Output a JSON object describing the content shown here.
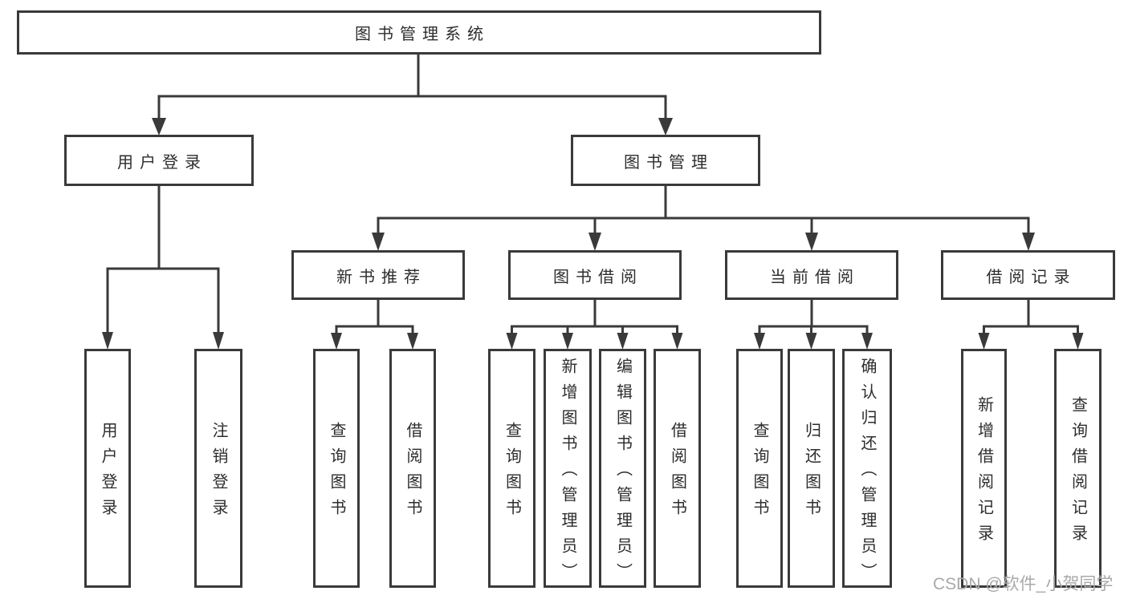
{
  "tree": {
    "label": "图书管理系统",
    "children": [
      {
        "label": "用户登录",
        "children": [
          {
            "label": "用户登录"
          },
          {
            "label": "注销登录"
          }
        ]
      },
      {
        "label": "图书管理",
        "children": [
          {
            "label": "新书推荐",
            "children": [
              {
                "label": "查询图书"
              },
              {
                "label": "借阅图书"
              }
            ]
          },
          {
            "label": "图书借阅",
            "children": [
              {
                "label": "查询图书"
              },
              {
                "label": "新增图书（管理员）"
              },
              {
                "label": "编辑图书（管理员）"
              },
              {
                "label": "借阅图书"
              }
            ]
          },
          {
            "label": "当前借阅",
            "children": [
              {
                "label": "查询图书"
              },
              {
                "label": "归还图书"
              },
              {
                "label": "确认归还（管理员）"
              }
            ]
          },
          {
            "label": "借阅记录",
            "children": [
              {
                "label": "新增借阅记录"
              },
              {
                "label": "查询借阅记录"
              }
            ]
          }
        ]
      }
    ]
  },
  "watermark": {
    "text": "CSDN @软件_小贺同学"
  },
  "colors": {
    "line": "#3a3a3a",
    "text": "#2d2d2d",
    "watermark": "#a9a9a9",
    "background": "#ffffff"
  }
}
